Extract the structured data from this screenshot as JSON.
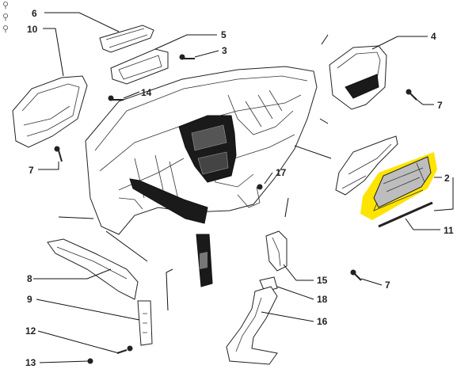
{
  "toolbar": {
    "zoom_glyph": "⚲",
    "zoom_in_icon": "zoom-in-icon",
    "zoom_out_icon": "zoom-out-icon"
  },
  "highlight_color": "#ffe400",
  "callouts": [
    {
      "id": "1",
      "label": "6"
    },
    {
      "id": "2",
      "label": "10"
    },
    {
      "id": "3",
      "label": "5"
    },
    {
      "id": "4",
      "label": "3"
    },
    {
      "id": "5",
      "label": "4"
    },
    {
      "id": "6",
      "label": "14"
    },
    {
      "id": "7",
      "label": "7"
    },
    {
      "id": "8",
      "label": "7"
    },
    {
      "id": "9",
      "label": "17"
    },
    {
      "id": "10",
      "label": "2"
    },
    {
      "id": "11",
      "label": "11"
    },
    {
      "id": "12",
      "label": "8"
    },
    {
      "id": "13",
      "label": "15"
    },
    {
      "id": "14",
      "label": "7"
    },
    {
      "id": "15",
      "label": "9"
    },
    {
      "id": "16",
      "label": "18"
    },
    {
      "id": "17",
      "label": "16"
    },
    {
      "id": "18",
      "label": "12"
    },
    {
      "id": "19",
      "label": "13"
    }
  ]
}
